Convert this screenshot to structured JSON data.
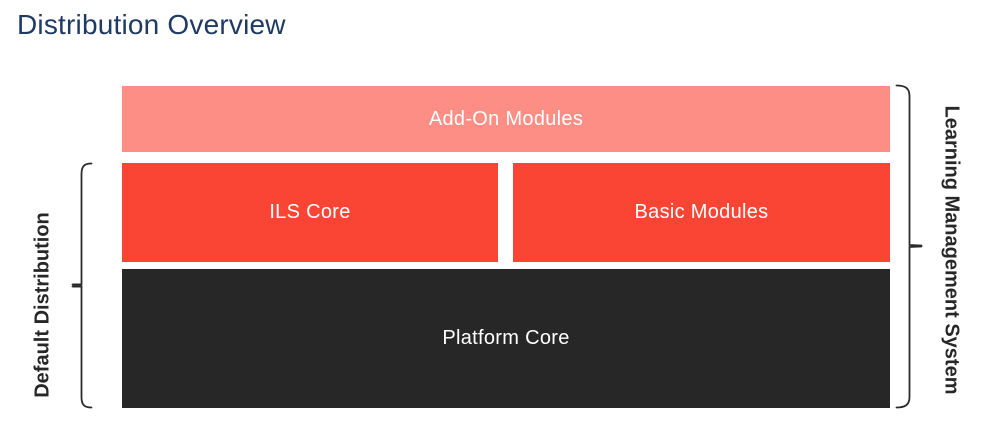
{
  "title": "Distribution Overview",
  "groups": {
    "left_label": "Default Distribution",
    "right_label": "Learning Management System"
  },
  "boxes": {
    "addon": "Add-On Modules",
    "ils": "ILS Core",
    "basic": "Basic Modules",
    "platform": "Platform Core"
  },
  "colors": {
    "background": "#FFFFFF",
    "title_text": "#1F3A63",
    "addon_bg": "#FC8E85",
    "module_bg": "#FA4534",
    "platform_bg": "#272727",
    "box_text": "#FFFFFF",
    "bracket": "#2B2B2B",
    "label_text": "#272727"
  }
}
